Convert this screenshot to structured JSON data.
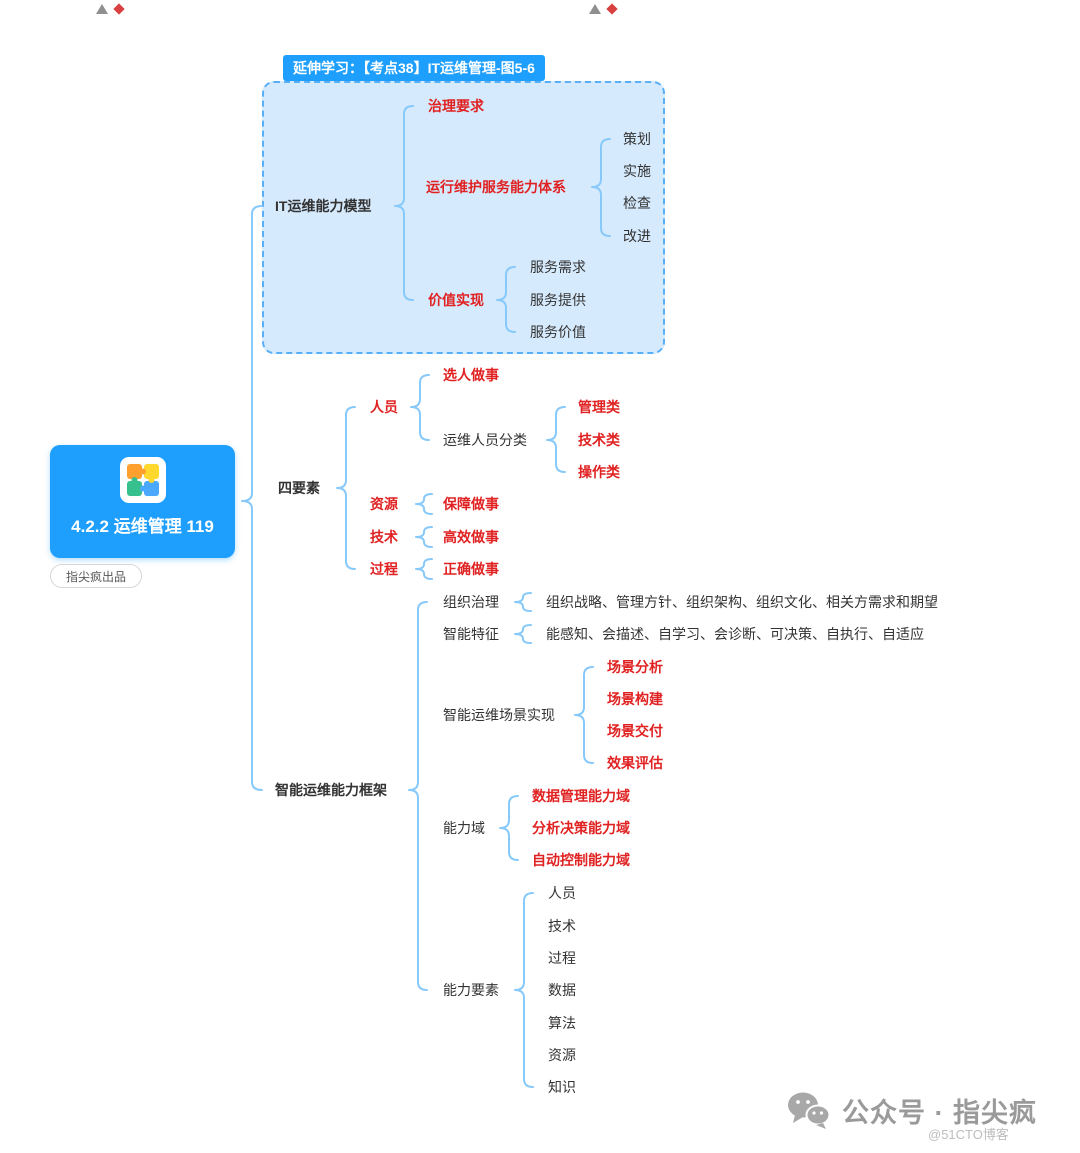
{
  "badge": {
    "label": "延伸学习：【考点38】IT运维管理-图5-6"
  },
  "root": {
    "title": "4.2.2 运维管理 119",
    "publisher": "指尖疯出品"
  },
  "model": {
    "title": "IT运维能力模型",
    "governance": "治理要求",
    "system": "运行维护服务能力体系",
    "system_items": [
      "策划",
      "实施",
      "检查",
      "改进"
    ],
    "value": "价值实现",
    "value_items": [
      "服务需求",
      "服务提供",
      "服务价值"
    ]
  },
  "four": {
    "title": "四要素",
    "people": "人员",
    "people_action": "选人做事",
    "people_class": "运维人员分类",
    "people_class_items": [
      "管理类",
      "技术类",
      "操作类"
    ],
    "resource": "资源",
    "resource_action": "保障做事",
    "technology": "技术",
    "technology_action": "高效做事",
    "process": "过程",
    "process_action": "正确做事"
  },
  "framework": {
    "title": "智能运维能力框架",
    "org": "组织治理",
    "org_detail": "组织战略、管理方针、组织架构、组织文化、相关方需求和期望",
    "feature": "智能特征",
    "feature_detail": "能感知、会描述、自学习、会诊断、可决策、自执行、自适应",
    "scene": "智能运维场景实现",
    "scene_items": [
      "场景分析",
      "场景构建",
      "场景交付",
      "效果评估"
    ],
    "domain": "能力域",
    "domain_items": [
      "数据管理能力域",
      "分析决策能力域",
      "自动控制能力域"
    ],
    "elements": "能力要素",
    "elements_items": [
      "人员",
      "技术",
      "过程",
      "数据",
      "算法",
      "资源",
      "知识"
    ]
  },
  "watermark": {
    "title": "公众号 · 指尖疯",
    "sub": "@51CTO博客"
  },
  "colors": {
    "accent_blue": "#1E9FFD",
    "line_blue": "#86C9FA",
    "red": "#E02222",
    "box_bg": "#D6EAFD",
    "box_border": "#58AFF6"
  }
}
